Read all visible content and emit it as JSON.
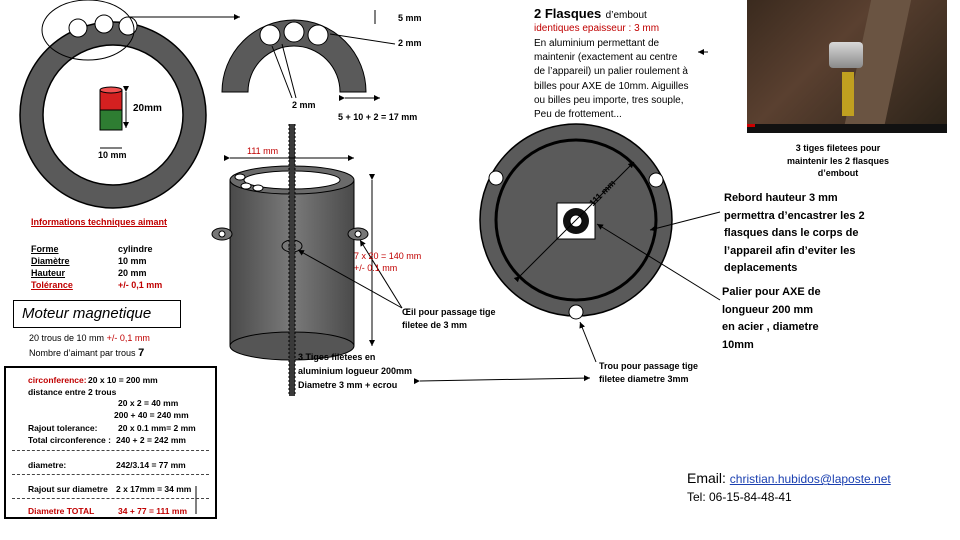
{
  "ring_left": {
    "magnet_height": "20mm",
    "magnet_width": "10 mm"
  },
  "half_ring": {
    "dim_5": "5 mm",
    "dim_2_top": "2 mm",
    "dim_2_bottom": "2 mm",
    "dim_sum": "5 + 10 + 2 = 17 mm"
  },
  "magnet_info": {
    "title": "Informations techniques aimant",
    "rows": [
      {
        "label": "Forme",
        "value": "cylindre"
      },
      {
        "label": "Diamètre",
        "value": "10 mm"
      },
      {
        "label": "Hauteur",
        "value": "20 mm"
      },
      {
        "label": "Tolérance",
        "value": "+/- 0,1 mm"
      }
    ]
  },
  "motor": {
    "title": "Moteur magnetique",
    "holes_prefix": "20 trous de 10 mm",
    "holes_tol": "+/- 0,1 mm",
    "per_hole_label": "Nombre d’aimant par trous",
    "per_hole_value": "7"
  },
  "calc": {
    "circ_label": "circonference:",
    "circ_value": "20 x 10 = 200 mm",
    "dist_label": "distance entre 2 trous",
    "dist_value": "20 x 2 = 40 mm",
    "sum_value": "200 + 40 = 240 mm",
    "tol_label": "Rajout tolerance:",
    "tol_value": "20 x 0.1 mm= 2 mm",
    "total_circ_label": "Total circonference :",
    "total_circ_value": "240 + 2 = 242 mm",
    "diam_label": "diametre:",
    "diam_value": "242/3.14 = 77 mm",
    "add_diam_label": "Rajout sur diametre",
    "add_diam_value": "2 x 17mm = 34 mm",
    "total_label": "Diametre TOTAL",
    "total_value": "34 + 77 = 111 mm"
  },
  "cylinder": {
    "width_label": "111 mm",
    "height_label": "7 x 20 = 140 mm",
    "height_tol": "+/- 0.1 mm",
    "eye_label_1": "Œil pour passage tige",
    "eye_label_2": "filetee de 3 mm",
    "rods_1": "3 Tiges filetees en",
    "rods_2": "aluminium logueur 200mm",
    "rods_3": "Diametre 3 mm + ecrou"
  },
  "flasques": {
    "title": "2 Flasques",
    "title_suffix": "d’embout",
    "subtitle": "identiques epaisseur : 3 mm",
    "desc": [
      "En aluminium permettant de",
      "maintenir (exactement au centre",
      "de l’appareil) un palier roulement à",
      "billes pour AXE de 10mm. Aiguilles",
      "ou billes peu importe, tres souple,",
      "Peu de frottement..."
    ],
    "disc_dim": "111 mm"
  },
  "video_caption": [
    "3 tiges filetees pour",
    "maintenir les 2 flasques",
    "d’embout"
  ],
  "rebord": [
    "Rebord hauteur 3 mm",
    "permettra d’encastrer les 2",
    "flasques dans le corps de",
    "l’appareil afin d’eviter les",
    "deplacements"
  ],
  "palier": [
    "Palier pour AXE de",
    "longueur 200 mm",
    "en acier , diametre",
    "10mm"
  ],
  "trou": [
    "Trou pour passage tige",
    "filetee diametre 3mm"
  ],
  "contact": {
    "email_label": "Email:",
    "email": "christian.hubidos@laposte.net",
    "tel": "Tel: 06-15-84-48-41"
  },
  "colors": {
    "steel": "#595959",
    "red": "#c00000",
    "green": "#2e7d32"
  }
}
